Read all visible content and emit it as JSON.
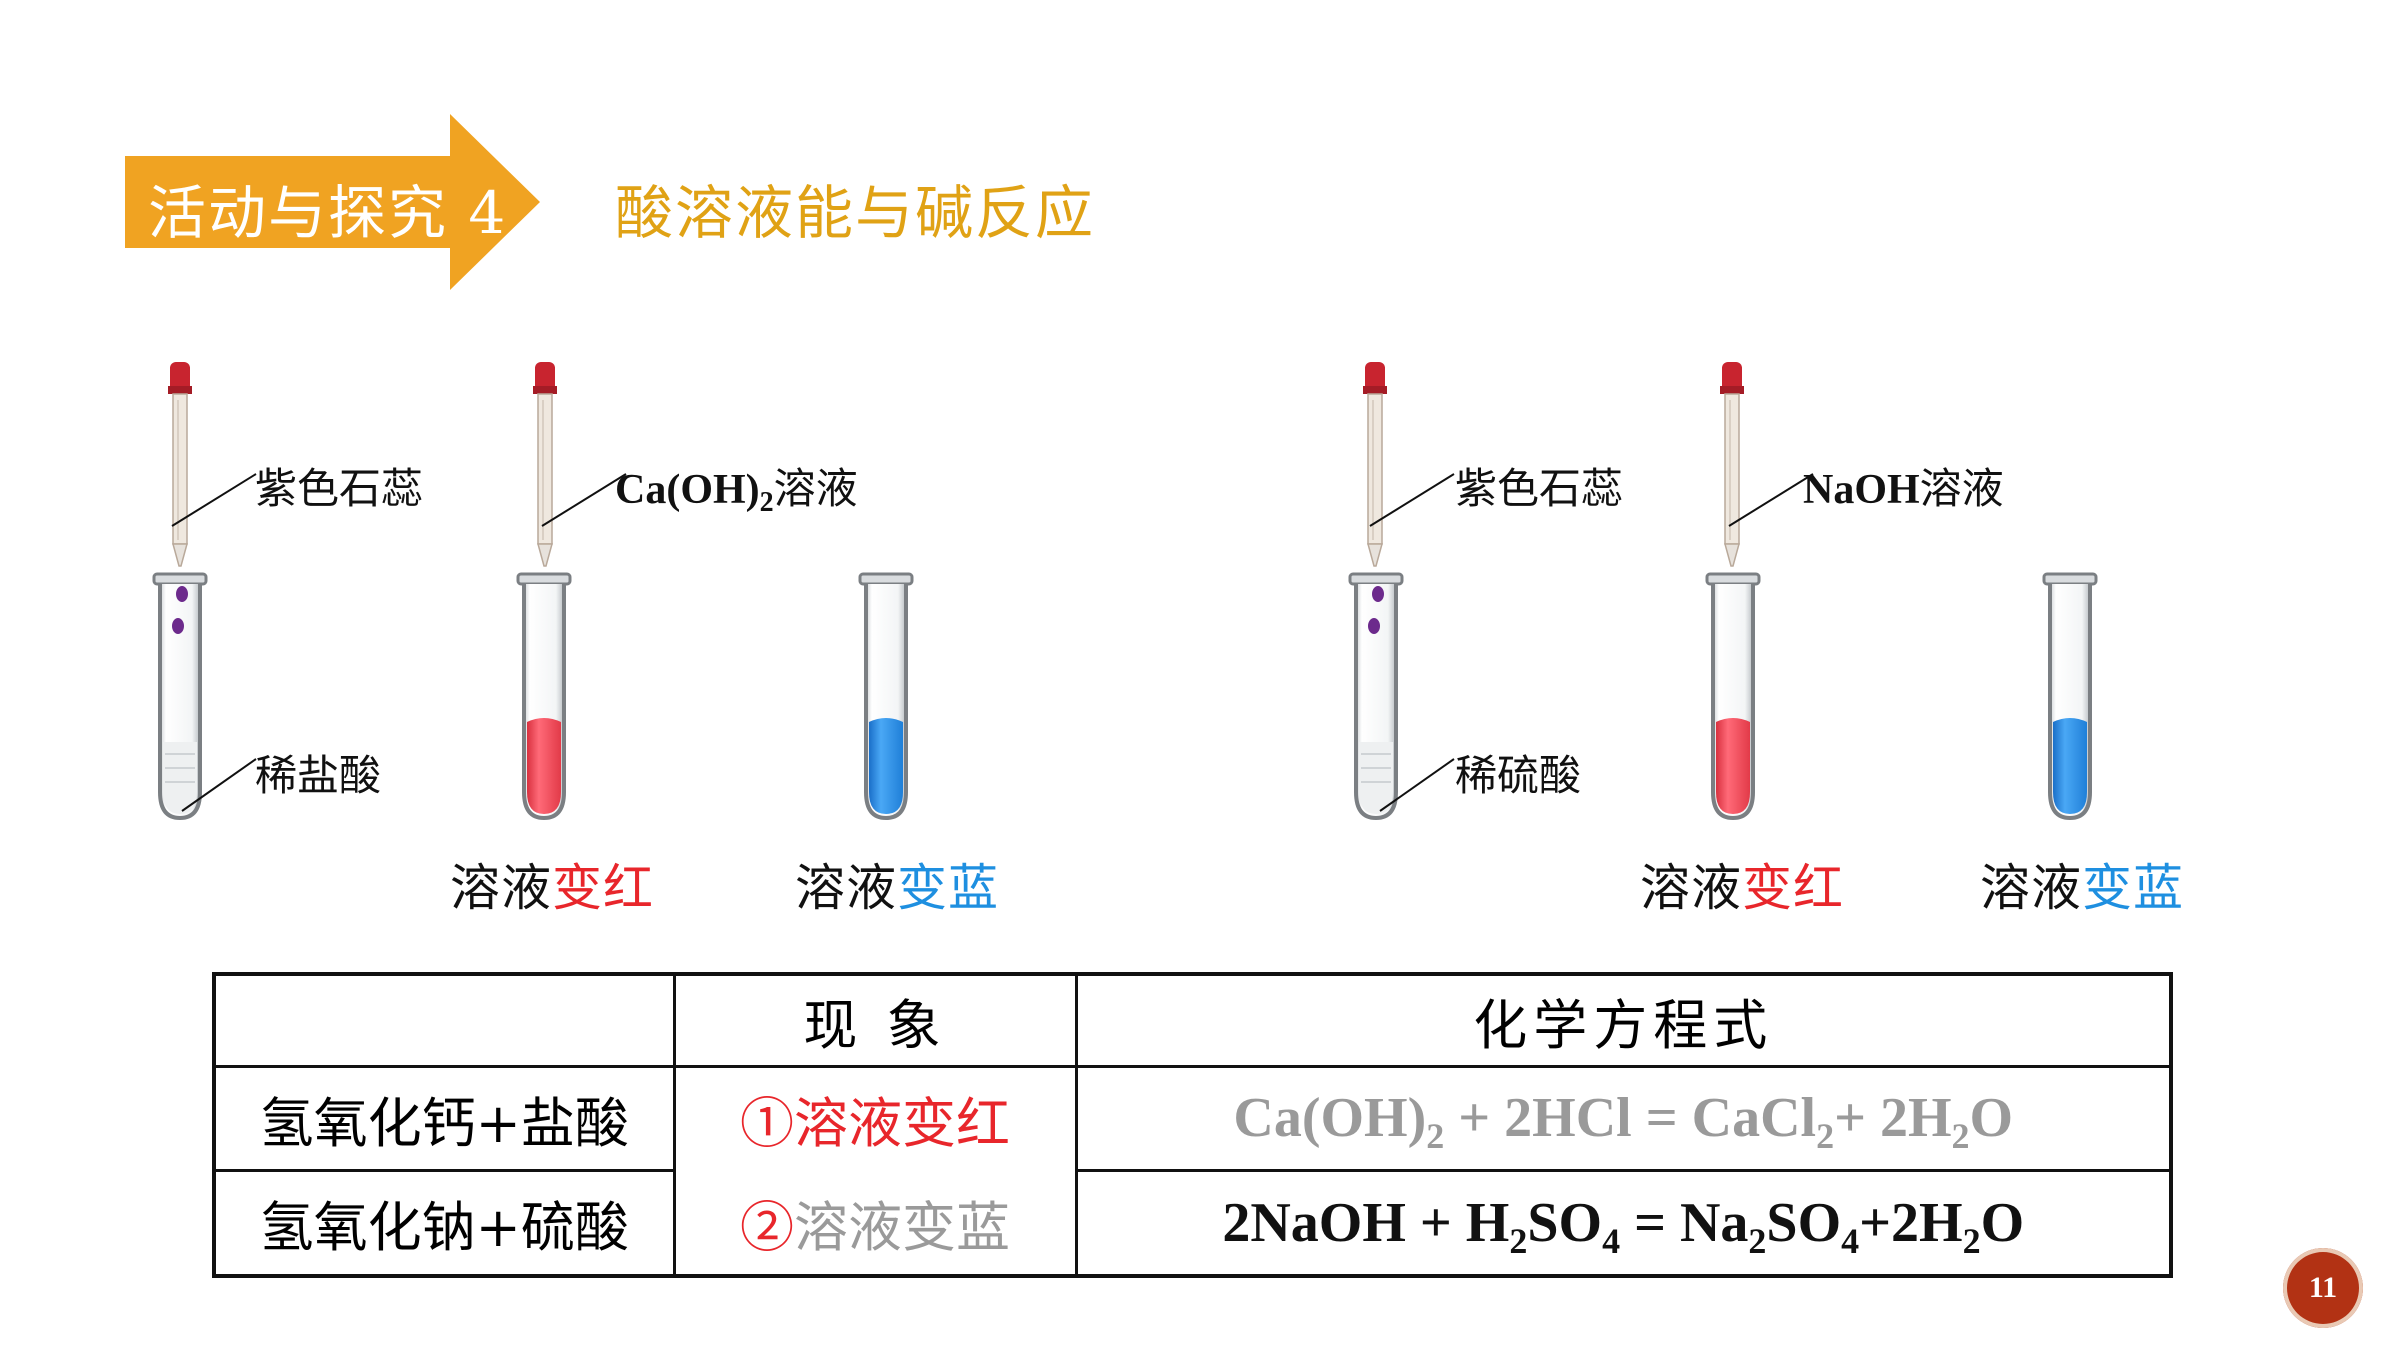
{
  "header": {
    "activity_label": "活动与探究 4",
    "title": "酸溶液能与碱反应",
    "accent_color": "#F0A322"
  },
  "experiments": [
    {
      "dropper1_label": "紫色石蕊",
      "tube1_label": "稀盐酸",
      "dropper2_label_formula": "Ca(OH)",
      "dropper2_label_sub": "2",
      "dropper2_label_suffix": "溶液",
      "result_red_prefix": "溶液",
      "result_red_word": "变红",
      "result_blue_prefix": "溶液",
      "result_blue_word": "变蓝"
    },
    {
      "dropper1_label": "紫色石蕊",
      "tube1_label": "稀硫酸",
      "dropper2_label_formula": "NaOH",
      "dropper2_label_suffix": "溶液",
      "result_red_prefix": "溶液",
      "result_red_word": "变红",
      "result_blue_prefix": "溶液",
      "result_blue_word": "变蓝"
    }
  ],
  "table": {
    "headers": [
      "",
      "现 象",
      "化学方程式"
    ],
    "rows": [
      {
        "reaction": "氢氧化钙+盐酸",
        "phenomenon": "①溶液变红",
        "equation": {
          "p1": "Ca(OH)",
          "s1": "2",
          "p2": " + 2HCl = CaCl",
          "s2": "2",
          "p3": "+ 2H",
          "s3": "2",
          "p4": "O"
        }
      },
      {
        "reaction": "氢氧化钠+硫酸",
        "phenomenon": "②溶液变蓝",
        "equation": {
          "p1": "2NaOH + H",
          "s1": "2",
          "p2": "SO",
          "s2": "4",
          "p3": " = Na",
          "s3": "2",
          "p4": "SO",
          "s4": "4",
          "p5": "+2H",
          "s5": "2",
          "p6": "O"
        }
      }
    ]
  },
  "page_number": "11",
  "colors": {
    "red_solution": "#F4515F",
    "blue_solution": "#2F8FE6",
    "litmus_purple": "#6C2A8C",
    "badge": "#B23214"
  }
}
